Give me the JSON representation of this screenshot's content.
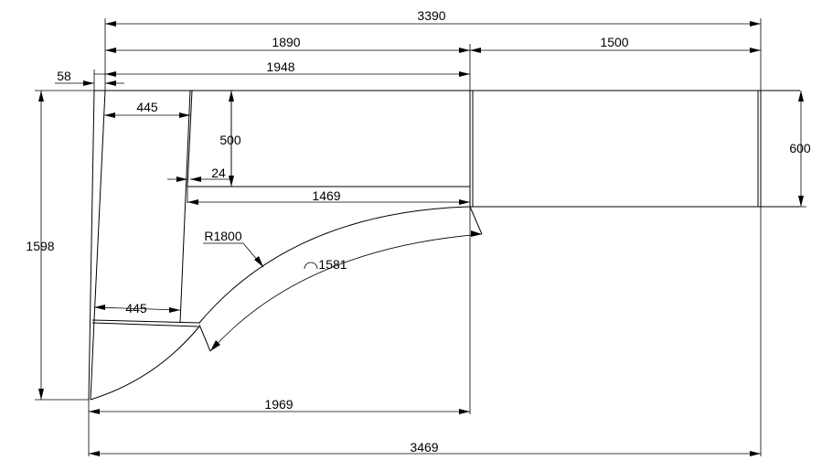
{
  "dimensions": {
    "total_top": "3390",
    "upper_left": "1890",
    "upper_right": "1500",
    "inner_top": "1948",
    "offset_left": "58",
    "shelf_top": "445",
    "shelf_depth": "500",
    "gap": "24",
    "inner_run": "1469",
    "right_depth": "600",
    "left_height": "1598",
    "radius": "R1800",
    "arc_length": "1581",
    "shelf_bottom": "445",
    "lower_run": "1969",
    "total_bottom": "3469"
  }
}
